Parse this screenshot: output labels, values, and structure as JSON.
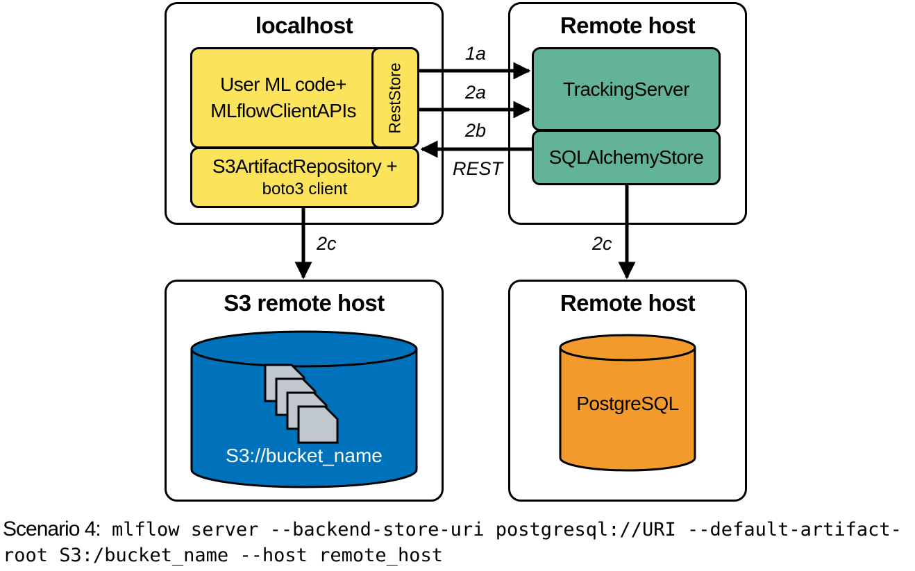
{
  "localhost": {
    "title": "localhost",
    "client_box_line1": "User ML code+",
    "client_box_line2": "MLflowClientAPIs",
    "reststore_label": "RestStore",
    "artifact_repo_line1": "S3ArtifactRepository +",
    "artifact_repo_line2": "boto3 client"
  },
  "remote_host_top": {
    "title": "Remote host",
    "tracking_server": "TrackingServer",
    "sqlalchemy_store": "SQLAlchemyStore"
  },
  "s3_host": {
    "title": "S3 remote host",
    "bucket_label": "S3://bucket_name"
  },
  "remote_host_bottom": {
    "title": "Remote host",
    "database_label": "PostgreSQL"
  },
  "arrows": {
    "a1": "1a",
    "a2": "2a",
    "b2": "2b",
    "rest": "REST",
    "c2_left": "2c",
    "c2_right": "2c"
  },
  "caption": {
    "label": "Scenario 4:",
    "command": " mlflow server --backend-store-uri postgresql://URI --default-artifact-root S3:/bucket_name --host remote_host"
  },
  "colors": {
    "yellow": "#fbe35c",
    "green": "#62b399",
    "s3_blue": "#0072bc",
    "postgres_orange": "#f39a2c",
    "doc_gray": "#c0c7cf"
  }
}
